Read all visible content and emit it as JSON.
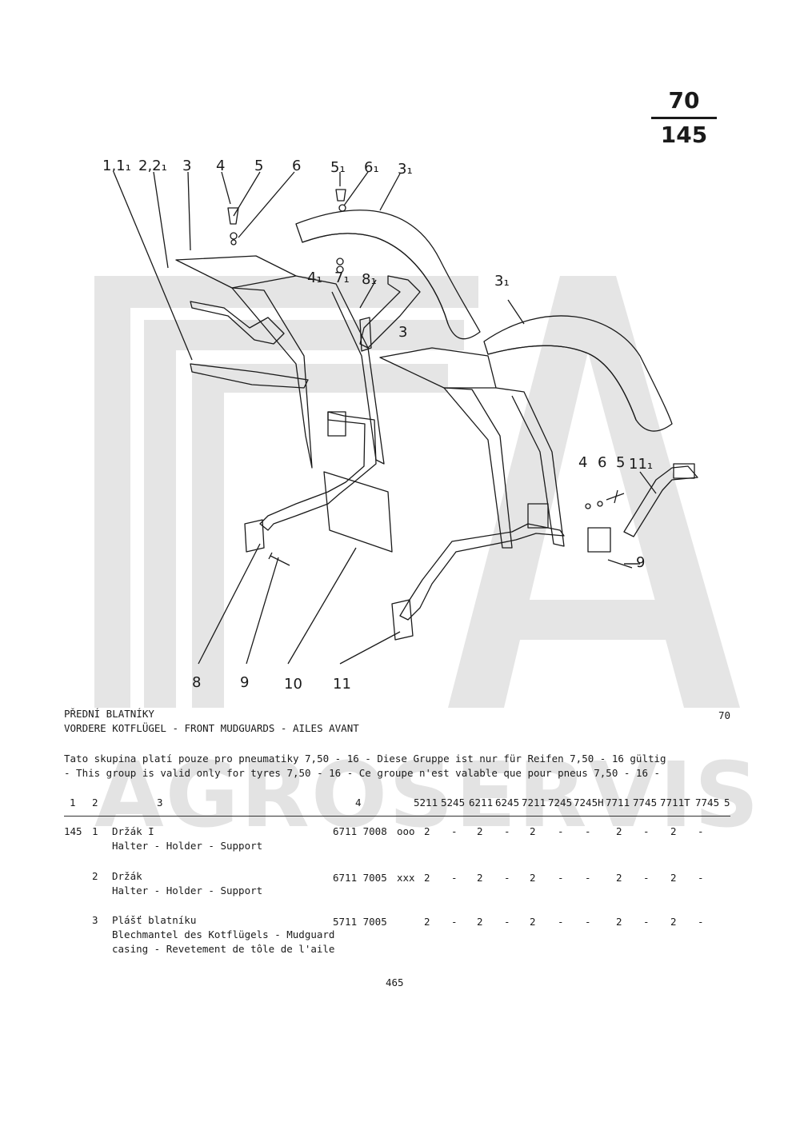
{
  "page_ref": {
    "group": "70",
    "number": "145"
  },
  "diagram": {
    "top_labels": [
      "1,1₁",
      "2,2₁",
      "3",
      "4",
      "5",
      "6",
      "5₁",
      "6₁",
      "3₁"
    ],
    "mid_labels": [
      "4₁",
      "7₁",
      "8₁",
      "3₁",
      "3",
      "4",
      "6",
      "5",
      "11₁",
      "9"
    ],
    "bottom_labels": [
      "8",
      "9",
      "10",
      "11"
    ]
  },
  "title": {
    "line1": "PŘEDNÍ BLATNÍKY",
    "line2": "VORDERE KOTFLÜGEL - FRONT MUDGUARDS - AILES AVANT",
    "group_no": "70"
  },
  "note": {
    "line1": "Tato skupina platí pouze pro pneumatiky 7,50 - 16 - Diese Gruppe ist nur für Reifen 7,50 - 16 gültig",
    "line2": " - This group is valid only for tyres 7,50 - 16 - Ce groupe n'est valable que pour pneus 7,50 - 16 -"
  },
  "table": {
    "headers": [
      "1",
      "2",
      "3",
      "4",
      "5211",
      "5245",
      "6211",
      "6245",
      "7211",
      "7245",
      "7245H",
      "7711",
      "7745",
      "7711T",
      "7745",
      "5"
    ],
    "rows": [
      {
        "group": "145",
        "pos": "1",
        "desc": [
          "Držák I",
          "Halter - Holder - Support"
        ],
        "part": "6711 7008",
        "code": "ooo",
        "q": [
          "2",
          "-",
          "2",
          "-",
          "2",
          "-",
          "-",
          "2",
          "-",
          "2",
          "-"
        ]
      },
      {
        "group": "",
        "pos": "2",
        "desc": [
          "Držák",
          "Halter - Holder - Support"
        ],
        "part": "6711 7005",
        "code": "xxx",
        "q": [
          "2",
          "-",
          "2",
          "-",
          "2",
          "-",
          "-",
          "2",
          "-",
          "2",
          "-"
        ]
      },
      {
        "group": "",
        "pos": "3",
        "desc": [
          "Plášť blatníku",
          "Blechmantel des Kotflügels - Mudguard",
          "casing - Revetement de tôle de l'aile"
        ],
        "part": "5711 7005",
        "code": "",
        "q": [
          "2",
          "-",
          "2",
          "-",
          "2",
          "-",
          "-",
          "2",
          "-",
          "2",
          "-"
        ]
      }
    ]
  },
  "footer": {
    "page_number": "465"
  },
  "watermark": {
    "text": "AGROSERVIS",
    "color": "#e3e3e3"
  }
}
